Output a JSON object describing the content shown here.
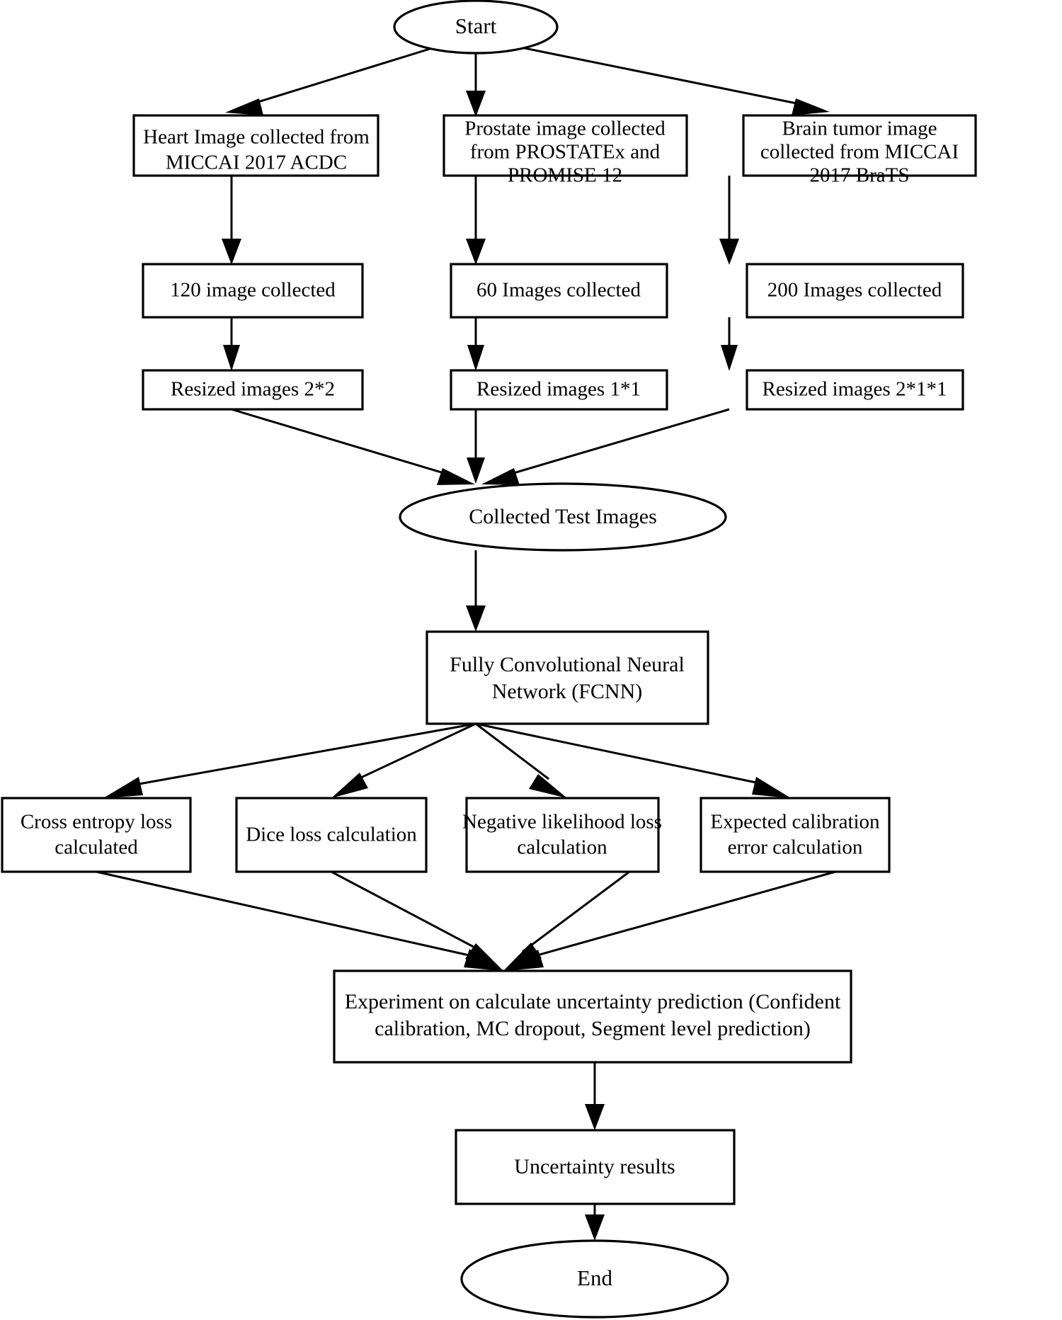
{
  "diagram": {
    "title": "Flowchart of medical image uncertainty estimation pipeline",
    "background_color": "#ffffff",
    "stroke_color": "#000000",
    "fill_color": "#ffffff"
  },
  "nodes": {
    "start": {
      "label": "Start",
      "shape": "ellipse"
    },
    "heart_source": {
      "line1": "Heart Image collected from",
      "line2": "MICCAI 2017 ACDC",
      "shape": "rect"
    },
    "prostate_source": {
      "line1": "Prostate image collected",
      "line2": "from PROSTATEx and",
      "line3": "PROMISE 12",
      "shape": "rect"
    },
    "brain_source": {
      "line1": "Brain tumor image",
      "line2": "collected from MICCAI",
      "line3": "2017 BraTS",
      "shape": "rect"
    },
    "heart_count": {
      "label": "120 image collected",
      "shape": "rect"
    },
    "prostate_count": {
      "label": "60 Images collected",
      "shape": "rect"
    },
    "brain_count": {
      "label": "200 Images collected",
      "shape": "rect"
    },
    "heart_resize": {
      "label": "Resized images 2*2",
      "shape": "rect"
    },
    "prostate_resize": {
      "label": "Resized images 1*1",
      "shape": "rect"
    },
    "brain_resize": {
      "label": "Resized images 2*1*1",
      "shape": "rect"
    },
    "collected_test_images": {
      "label": "Collected Test Images",
      "shape": "ellipse"
    },
    "fcnn": {
      "line1": "Fully Convolutional Neural",
      "line2": "Network (FCNN)",
      "shape": "rect"
    },
    "cross_entropy": {
      "line1": "Cross entropy loss",
      "line2": "calculated",
      "shape": "rect"
    },
    "dice_loss": {
      "line1": "Dice loss calculation",
      "shape": "rect"
    },
    "neg_likelihood": {
      "line1": "Negative likelihood  loss",
      "line2": "calculation",
      "shape": "rect"
    },
    "expected_calibration": {
      "line1": "Expected calibration",
      "line2": "error calculation",
      "shape": "rect"
    },
    "experiment": {
      "line1": "Experiment on calculate uncertainty prediction (Confident",
      "line2": "calibration, MC dropout, Segment level prediction)",
      "shape": "rect"
    },
    "uncertainty_results": {
      "label": "Uncertainty results",
      "shape": "rect"
    },
    "end": {
      "label": "End",
      "shape": "ellipse"
    }
  },
  "edges": [
    {
      "from": "start",
      "to": "heart_source"
    },
    {
      "from": "start",
      "to": "prostate_source"
    },
    {
      "from": "start",
      "to": "brain_source"
    },
    {
      "from": "heart_source",
      "to": "heart_count"
    },
    {
      "from": "prostate_source",
      "to": "prostate_count"
    },
    {
      "from": "brain_source",
      "to": "brain_count"
    },
    {
      "from": "heart_count",
      "to": "heart_resize"
    },
    {
      "from": "prostate_count",
      "to": "prostate_resize"
    },
    {
      "from": "brain_count",
      "to": "brain_resize"
    },
    {
      "from": "heart_resize",
      "to": "collected_test_images"
    },
    {
      "from": "prostate_resize",
      "to": "collected_test_images"
    },
    {
      "from": "brain_resize",
      "to": "collected_test_images"
    },
    {
      "from": "collected_test_images",
      "to": "fcnn"
    },
    {
      "from": "fcnn",
      "to": "cross_entropy"
    },
    {
      "from": "fcnn",
      "to": "dice_loss"
    },
    {
      "from": "fcnn",
      "to": "neg_likelihood"
    },
    {
      "from": "fcnn",
      "to": "expected_calibration"
    },
    {
      "from": "cross_entropy",
      "to": "experiment"
    },
    {
      "from": "dice_loss",
      "to": "experiment"
    },
    {
      "from": "neg_likelihood",
      "to": "experiment"
    },
    {
      "from": "expected_calibration",
      "to": "experiment"
    },
    {
      "from": "experiment",
      "to": "uncertainty_results"
    },
    {
      "from": "uncertainty_results",
      "to": "end"
    }
  ]
}
